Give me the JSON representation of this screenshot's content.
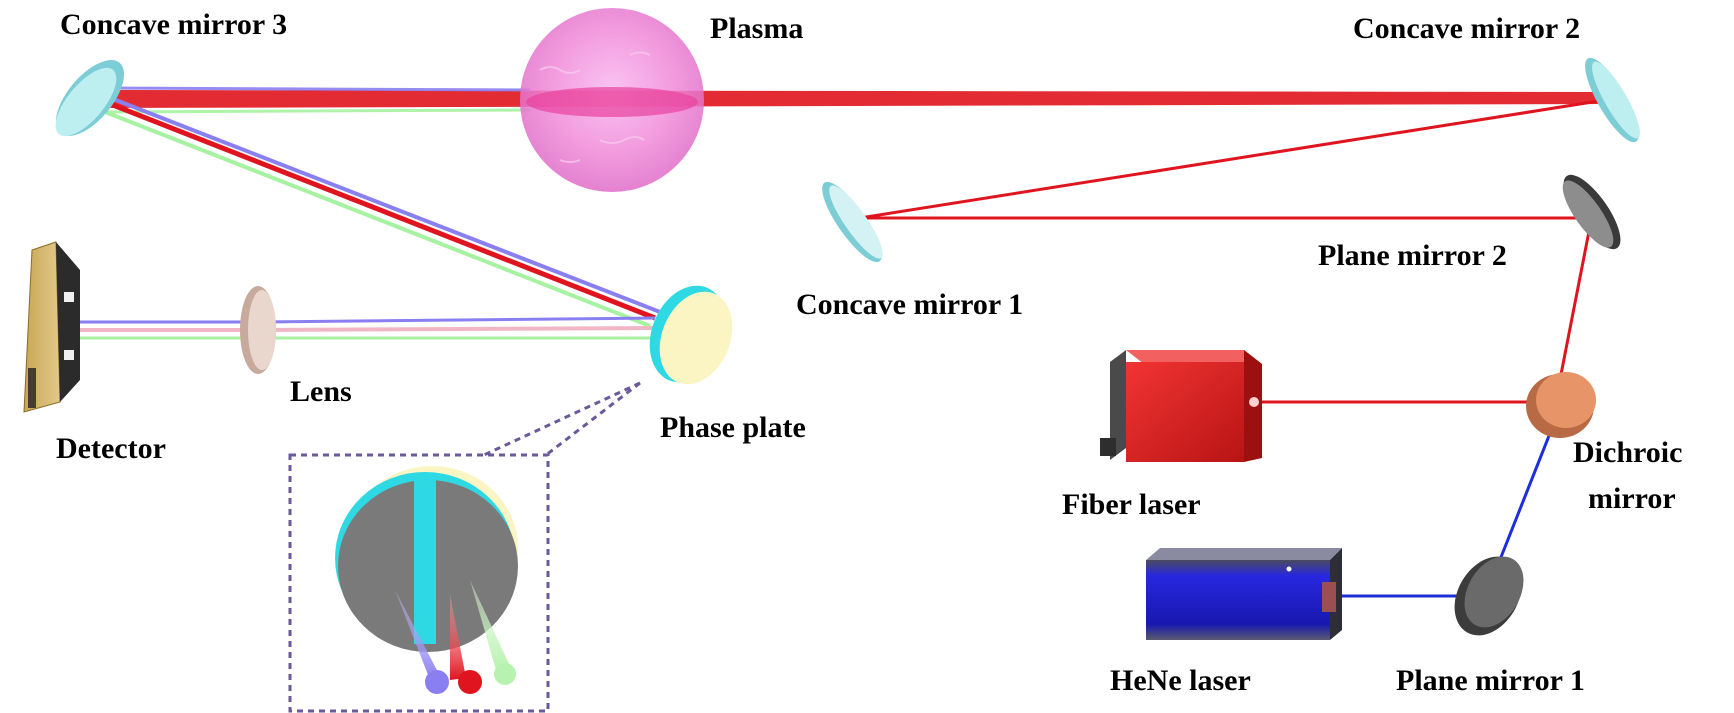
{
  "labels": {
    "plasma": "Plasma",
    "concave_mirror_1": "Concave mirror 1",
    "concave_mirror_2": "Concave mirror 2",
    "concave_mirror_3": "Concave mirror 3",
    "plane_mirror_1": "Plane mirror 1",
    "plane_mirror_2": "Plane mirror 2",
    "dichroic_mirror_line1": "Dichroic",
    "dichroic_mirror_line2": "mirror",
    "fiber_laser": "Fiber laser",
    "hene_laser": "HeNe laser",
    "lens": "Lens",
    "detector": "Detector",
    "phase_plate": "Phase plate"
  },
  "colors": {
    "red_beam": "#e0141e",
    "blue_beam": "#1c2fd8",
    "violet_beam": "#8a7ff0",
    "green_beam": "#a6f2a0",
    "plasma": "#f07ad6",
    "mirror_glass": "#9fe3e8",
    "mirror_edge": "#7ccdd6",
    "fiber_laser_body": "#e31e1e",
    "hene_laser_body": "#1f1fd0",
    "dichroic": "#e69468",
    "plane_mirror_1": "#6a6a6a",
    "phase_plate_face": "#fbf5c3",
    "phase_plate_rim": "#2fd9e3",
    "inset_border": "#6a5a9a"
  }
}
